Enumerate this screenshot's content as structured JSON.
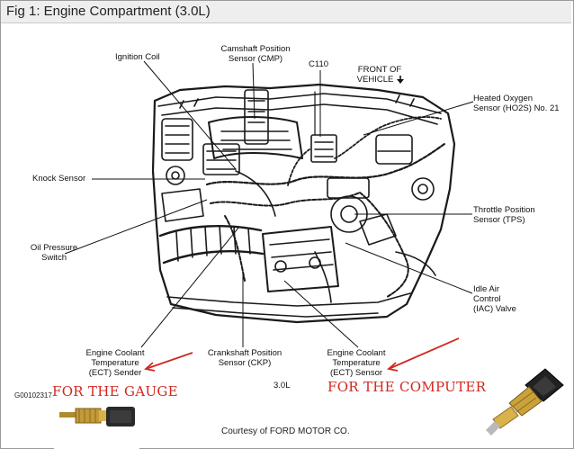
{
  "figure": {
    "title": "Fig 1: Engine Compartment (3.0L)",
    "figure_code": "G00102317",
    "engine_label": "3.0L",
    "courtesy": "Courtesy of FORD MOTOR CO."
  },
  "labels": {
    "ignition_coil": "Ignition Coil",
    "cmp_line1": "Camshaft Position",
    "cmp_line2": "Sensor (CMP)",
    "c110": "C110",
    "front_line1": "FRONT OF",
    "front_line2": "VEHICLE",
    "ho2s_line1": "Heated Oxygen",
    "ho2s_line2": "Sensor (HO2S) No. 21",
    "knock_sensor": "Knock Sensor",
    "tps_line1": "Throttle Position",
    "tps_line2": "Sensor (TPS)",
    "oil_line1": "Oil Pressure",
    "oil_line2": "Switch",
    "iac_line1": "Idle Air",
    "iac_line2": "Control",
    "iac_line3": "(IAC) Valve",
    "ect_gauge_line1": "Engine Coolant",
    "ect_gauge_line2": "Temperature",
    "ect_gauge_line3": "(ECT) Sender",
    "ckp_line1": "Crankshaft Position",
    "ckp_line2": "Sensor (CKP)",
    "ect_computer_line1": "Engine Coolant",
    "ect_computer_line2": "Temperature",
    "ect_computer_line3": "(ECT) Sensor"
  },
  "annotations": {
    "for_gauge": "FOR THE GAUGE",
    "for_computer": "FOR THE COMPUTER",
    "color": "#d1281e"
  },
  "icons": [
    "down-arrow-icon",
    "sender-photo",
    "sensor-photo"
  ]
}
